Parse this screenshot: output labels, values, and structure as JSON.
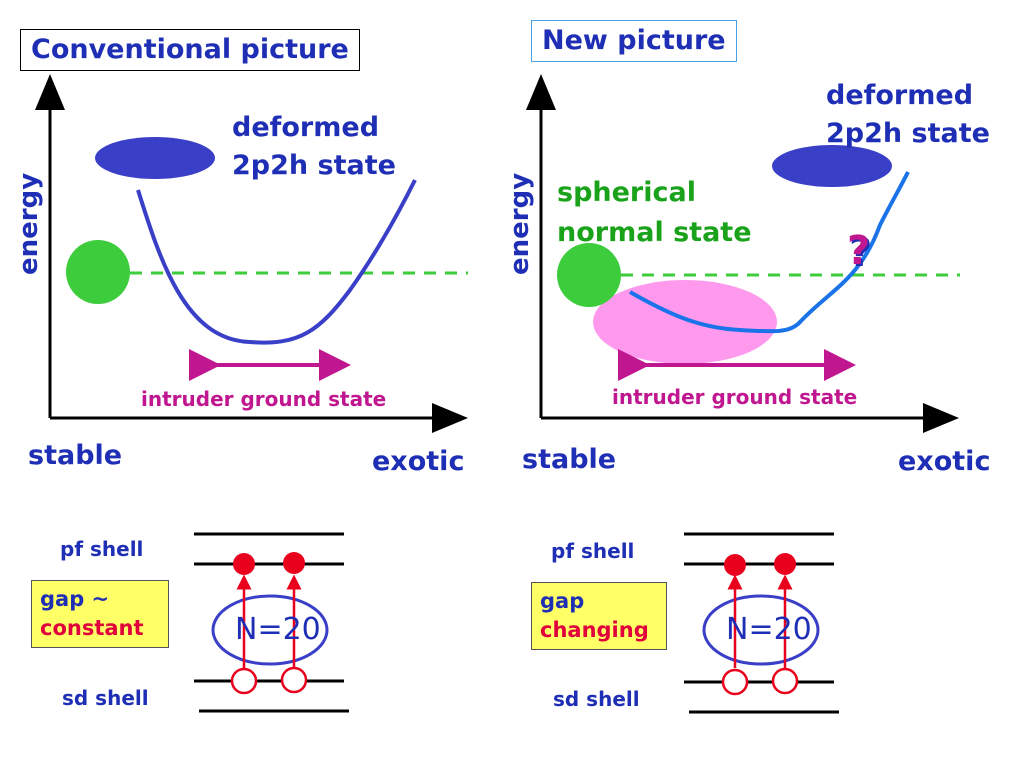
{
  "left": {
    "title": "Conventional picture",
    "deformed_label_1": "deformed",
    "deformed_label_2": "2p2h state",
    "ylabel": "energy",
    "x_left": "stable",
    "x_right": "exotic",
    "intruder_label": "intruder ground state",
    "pf_shell": "pf shell",
    "sd_shell": "sd shell",
    "gap_line1": "gap ~",
    "gap_line2": "constant",
    "n_label": "N=20"
  },
  "right": {
    "title": "New picture",
    "deformed_label_1": "deformed",
    "deformed_label_2": "2p2h state",
    "spherical_label_1": "spherical",
    "spherical_label_2": "normal state",
    "question": "?",
    "ylabel": "energy",
    "x_left": "stable",
    "x_right": "exotic",
    "intruder_label": "intruder ground state",
    "pf_shell": "pf shell",
    "sd_shell": "sd shell",
    "gap_line1": "gap",
    "gap_line2": "changing",
    "n_label": "N=20"
  },
  "colors": {
    "blue_text": "#1f2fb5",
    "deformed_ellipse": "#3a3fc7",
    "curve_left": "#3a3fc7",
    "curve_right": "#1a73e8",
    "spherical_circle": "#3ccc3c",
    "dashed_line": "#3ccc3c",
    "intruder_blob": "#ff99ee",
    "arrow_magenta": "#c0168f",
    "particle_red": "#e8001c",
    "gap_box": "#ffff66"
  }
}
